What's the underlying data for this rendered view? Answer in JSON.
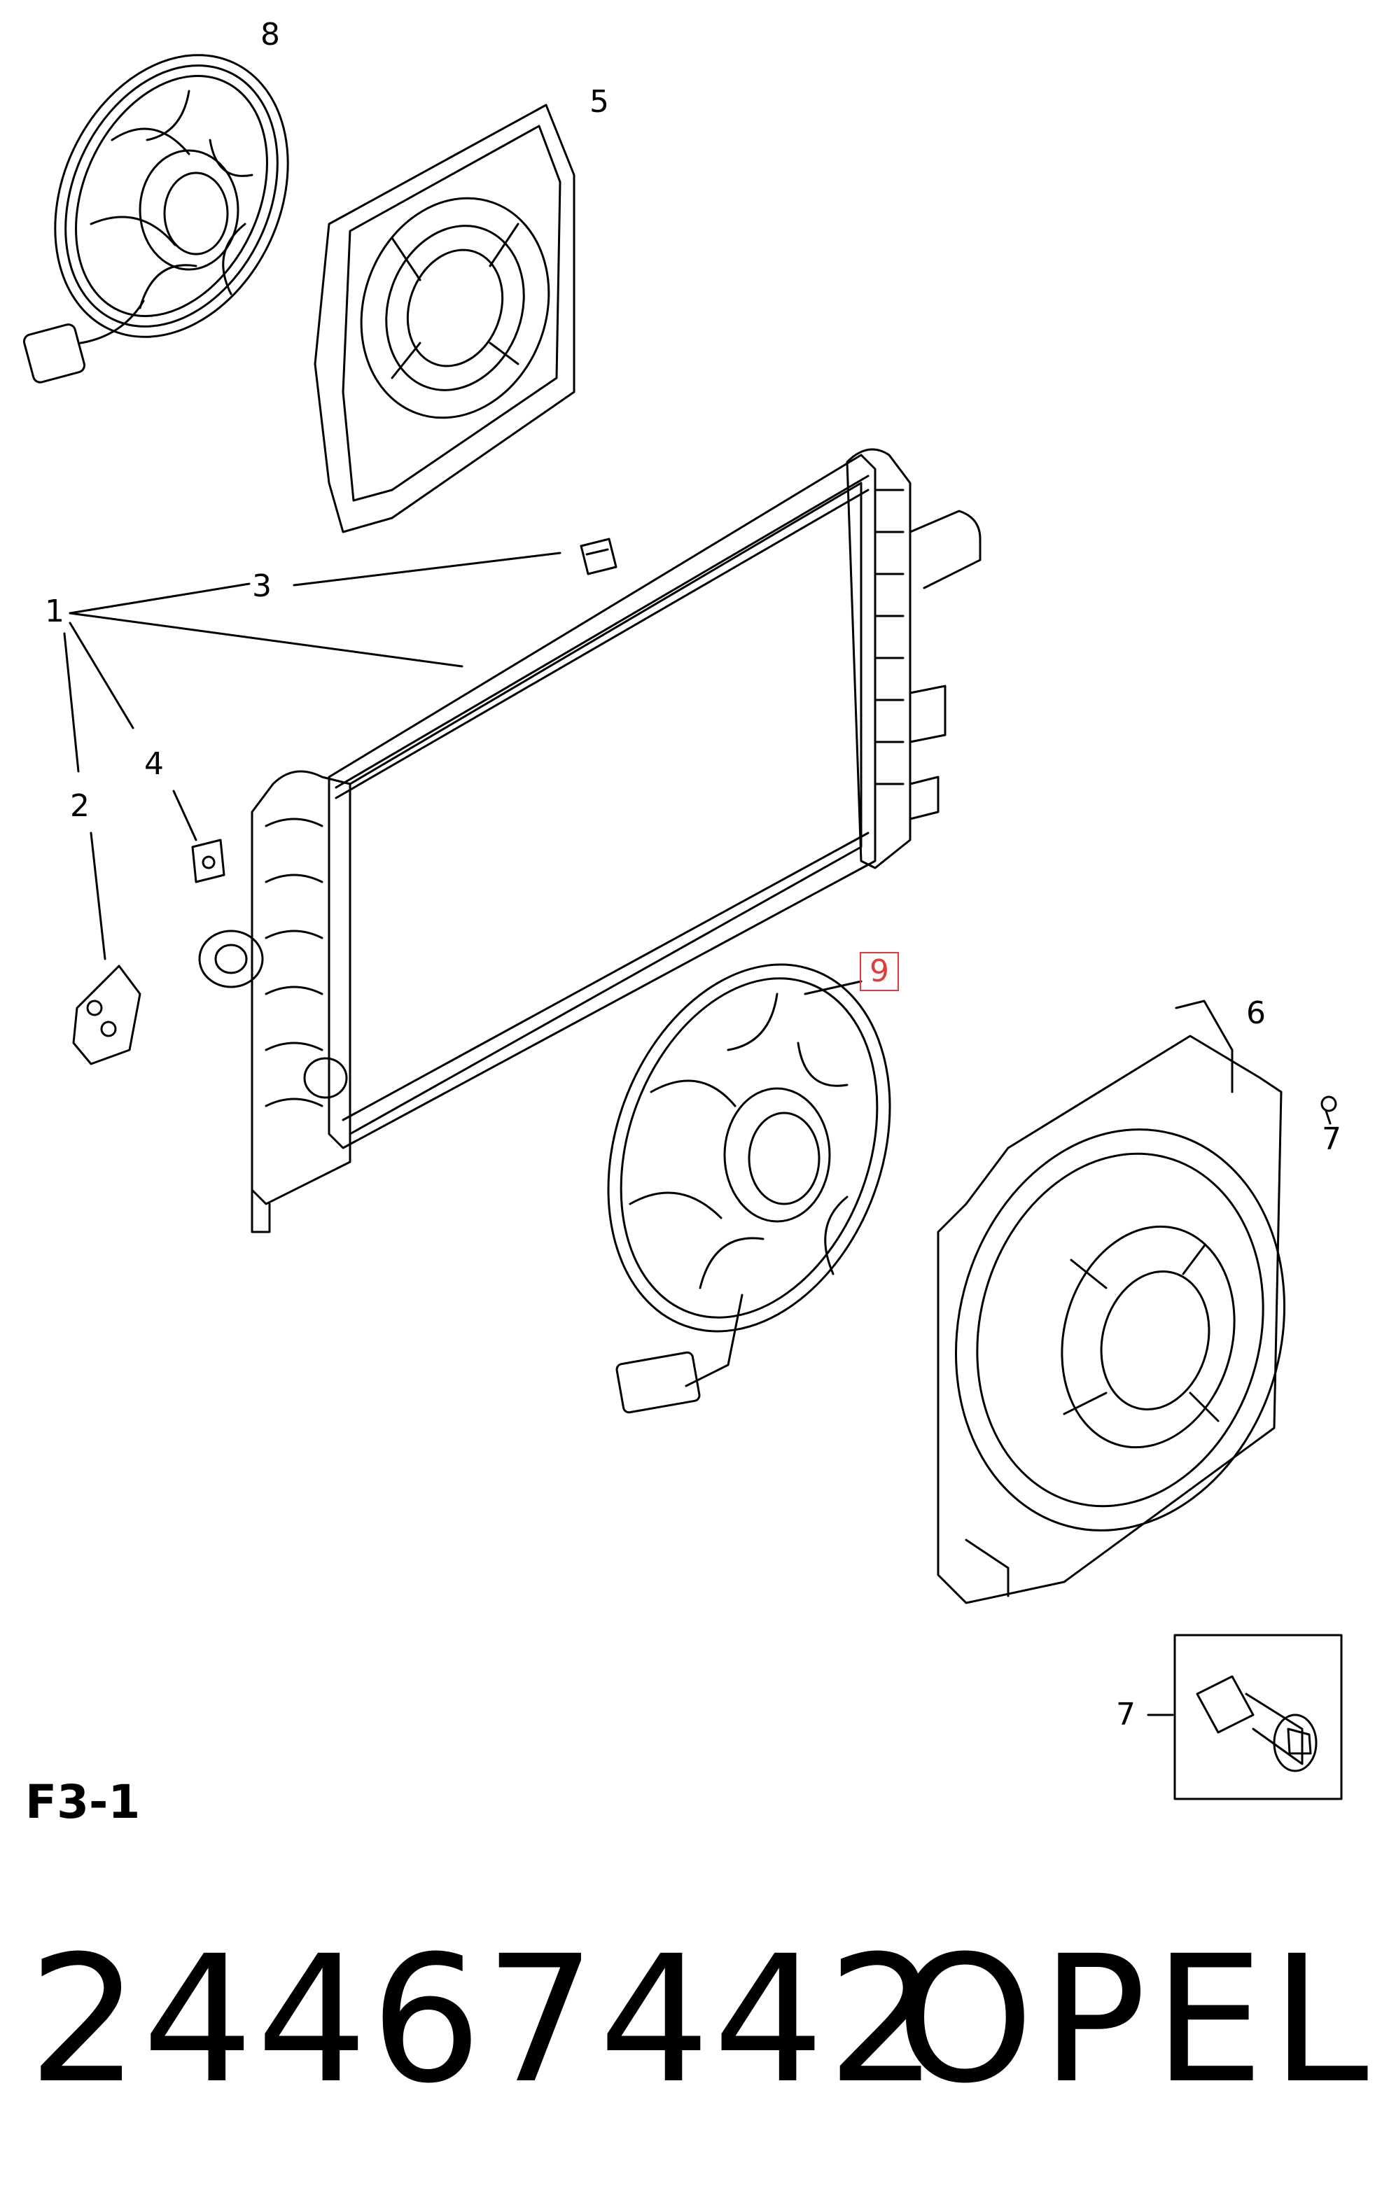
{
  "callouts": {
    "c1": "1",
    "c2": "2",
    "c3": "3",
    "c4": "4",
    "c5": "5",
    "c6": "6",
    "c7a": "7",
    "c7b": "7",
    "c8": "8",
    "c9": "9"
  },
  "figure_code": "F3-1",
  "part_number": "24467442",
  "brand": "OPEL",
  "colors": {
    "line": "#000000",
    "highlight": "#e23b3b"
  }
}
